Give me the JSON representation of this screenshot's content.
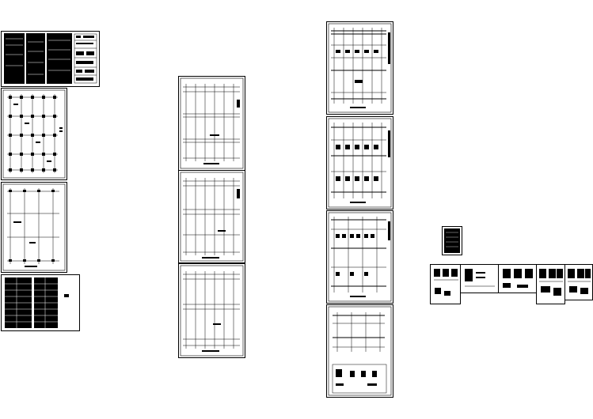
{
  "canvas": {
    "background": "#ffffff",
    "ink": "#000000"
  },
  "sheets": [
    {
      "group": "left-column",
      "kind": "cover-notes"
    },
    {
      "group": "left-column",
      "kind": "plan-dense"
    },
    {
      "group": "left-column",
      "kind": "plan"
    },
    {
      "group": "left-column",
      "kind": "schedule"
    },
    {
      "group": "middle-column",
      "kind": "plan"
    },
    {
      "group": "middle-column",
      "kind": "plan"
    },
    {
      "group": "middle-column",
      "kind": "plan"
    },
    {
      "group": "right-column",
      "kind": "plan-dense"
    },
    {
      "group": "right-column",
      "kind": "plan-dense"
    },
    {
      "group": "right-column",
      "kind": "plan-dense"
    },
    {
      "group": "right-column",
      "kind": "details"
    },
    {
      "group": "small-set",
      "kind": "small-black"
    },
    {
      "group": "small-set",
      "kind": "detail-row"
    }
  ]
}
